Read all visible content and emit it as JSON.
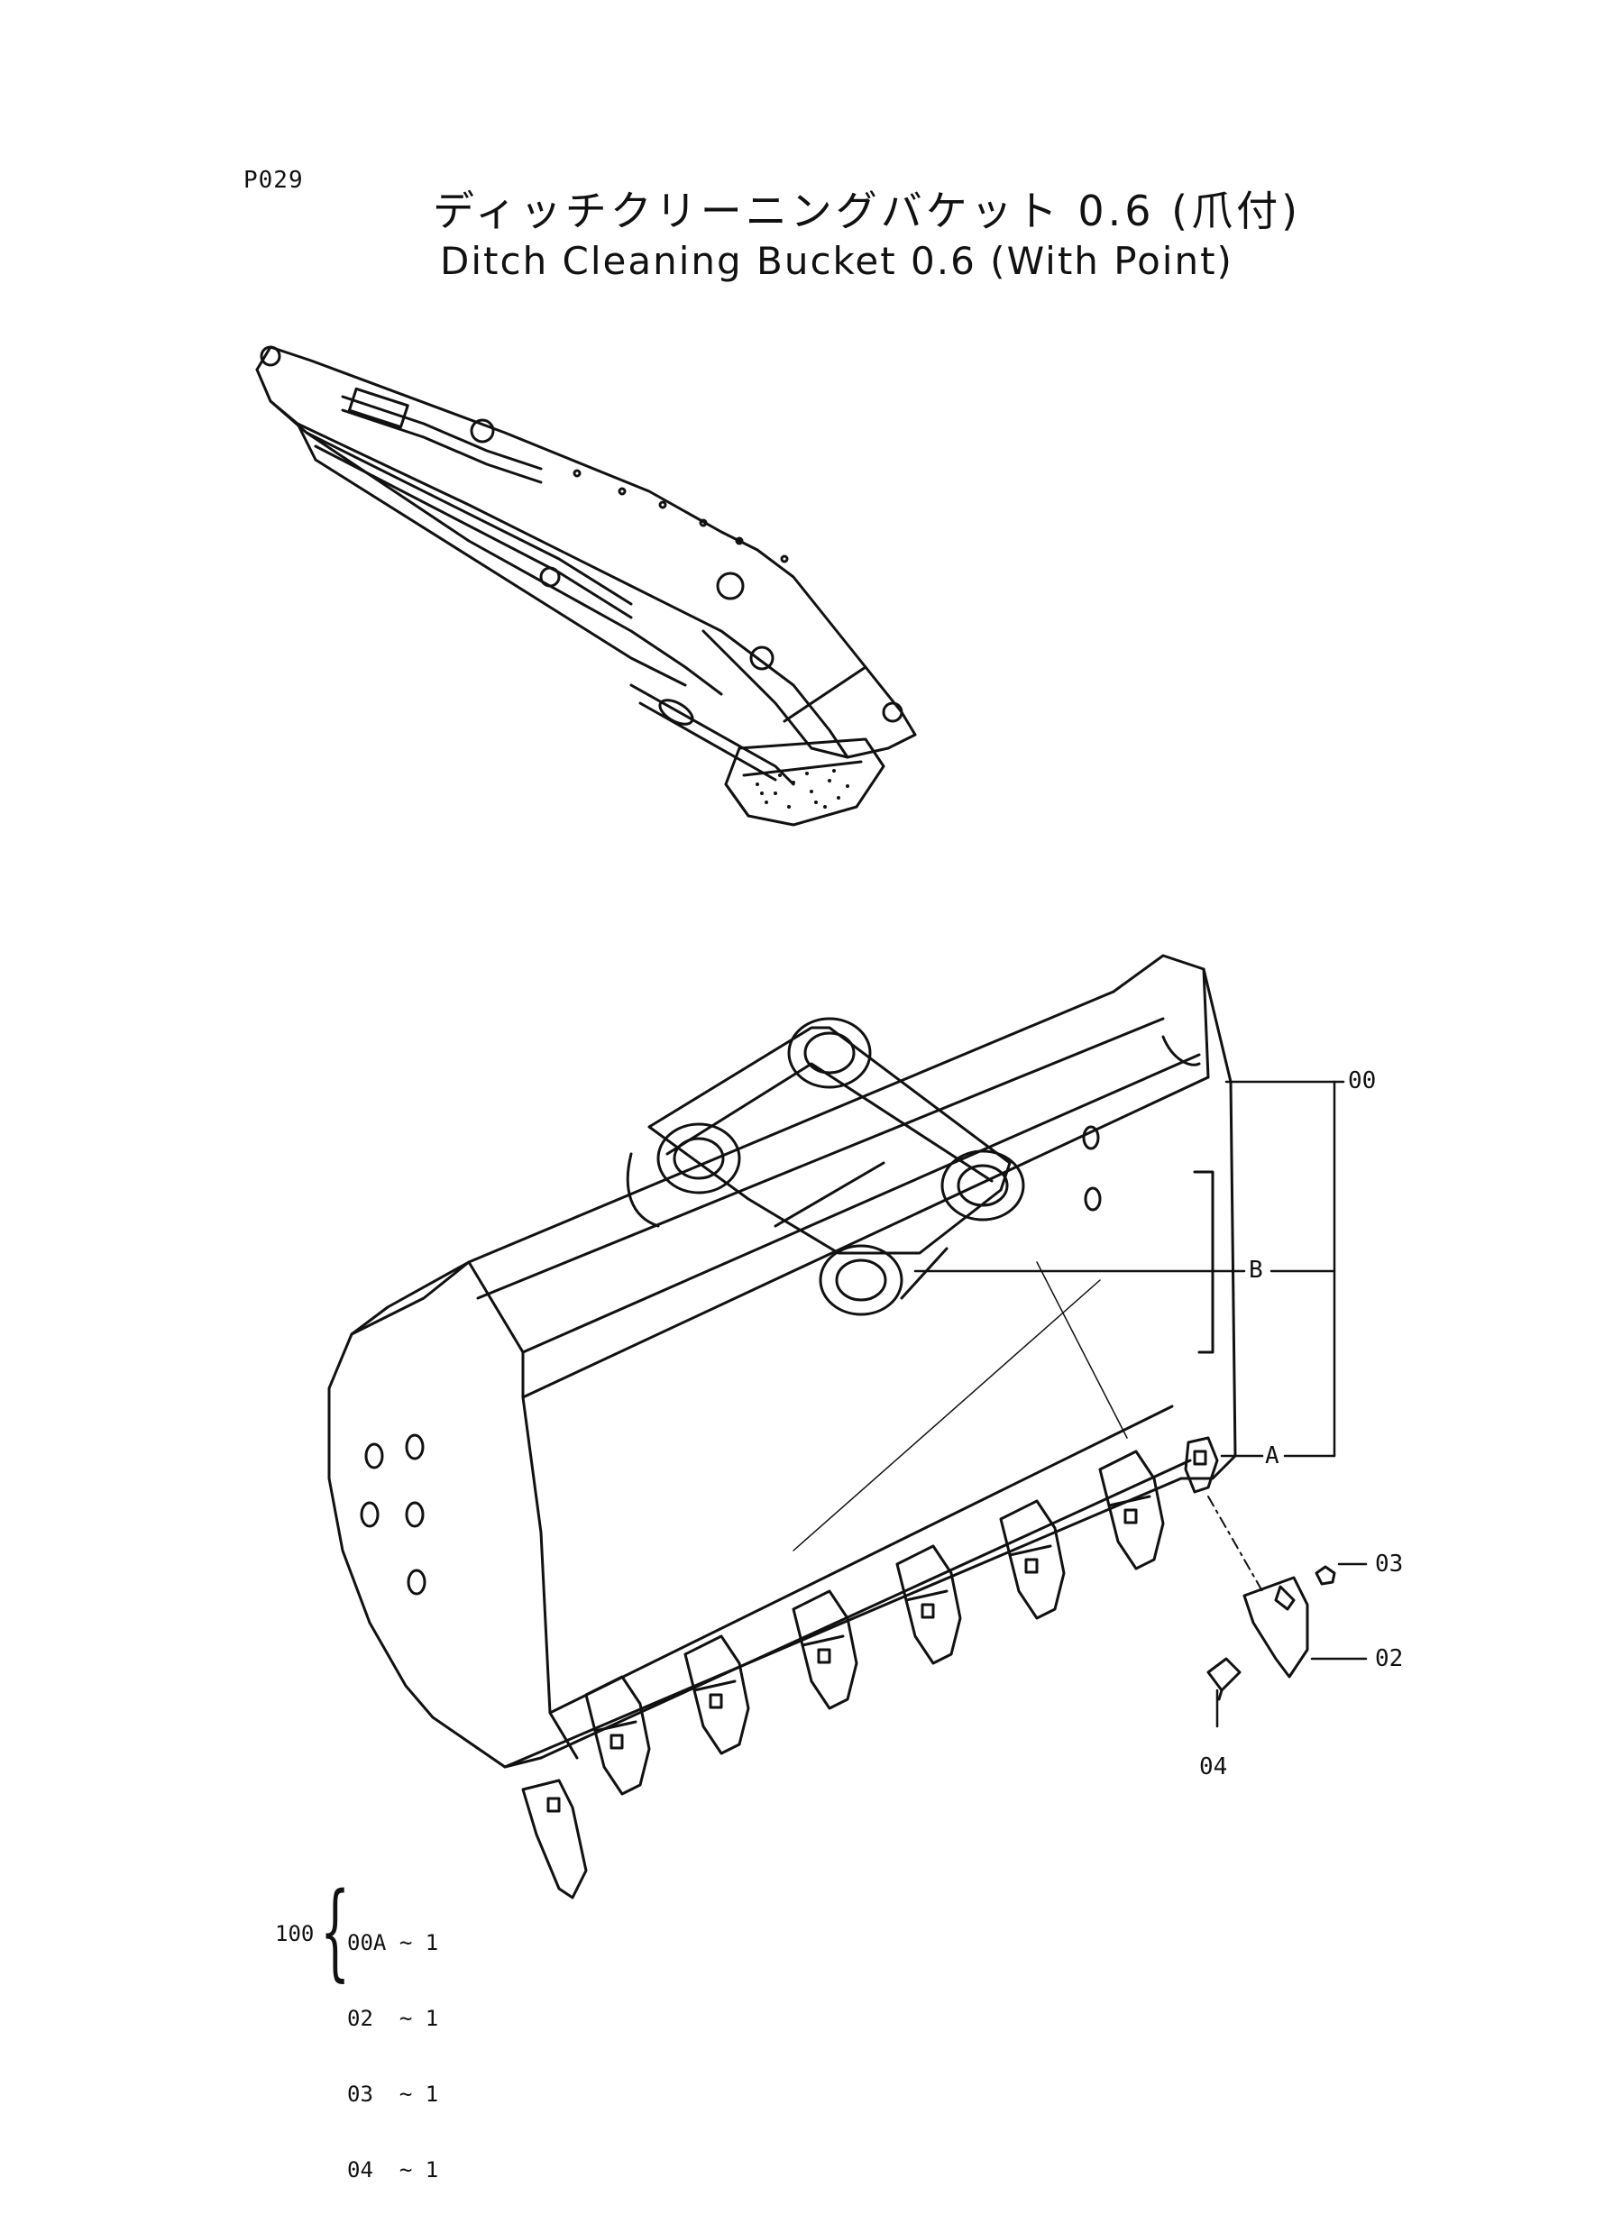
{
  "page_code": "P029",
  "title_jp": "ディッチクリーニングバケット 0.6 (爪付)",
  "title_en": "Ditch Cleaning Bucket 0.6 (With Point)",
  "callouts": {
    "c00": "00",
    "cB": "B",
    "cA": "A",
    "c03": "03",
    "c02": "02",
    "c04": "04"
  },
  "assembly": {
    "number": "100",
    "items": [
      {
        "part": "00A",
        "qty": "~ 1"
      },
      {
        "part": "02",
        "qty": "~ 1"
      },
      {
        "part": "03",
        "qty": "~ 1"
      },
      {
        "part": "04",
        "qty": "~ 1"
      }
    ]
  }
}
